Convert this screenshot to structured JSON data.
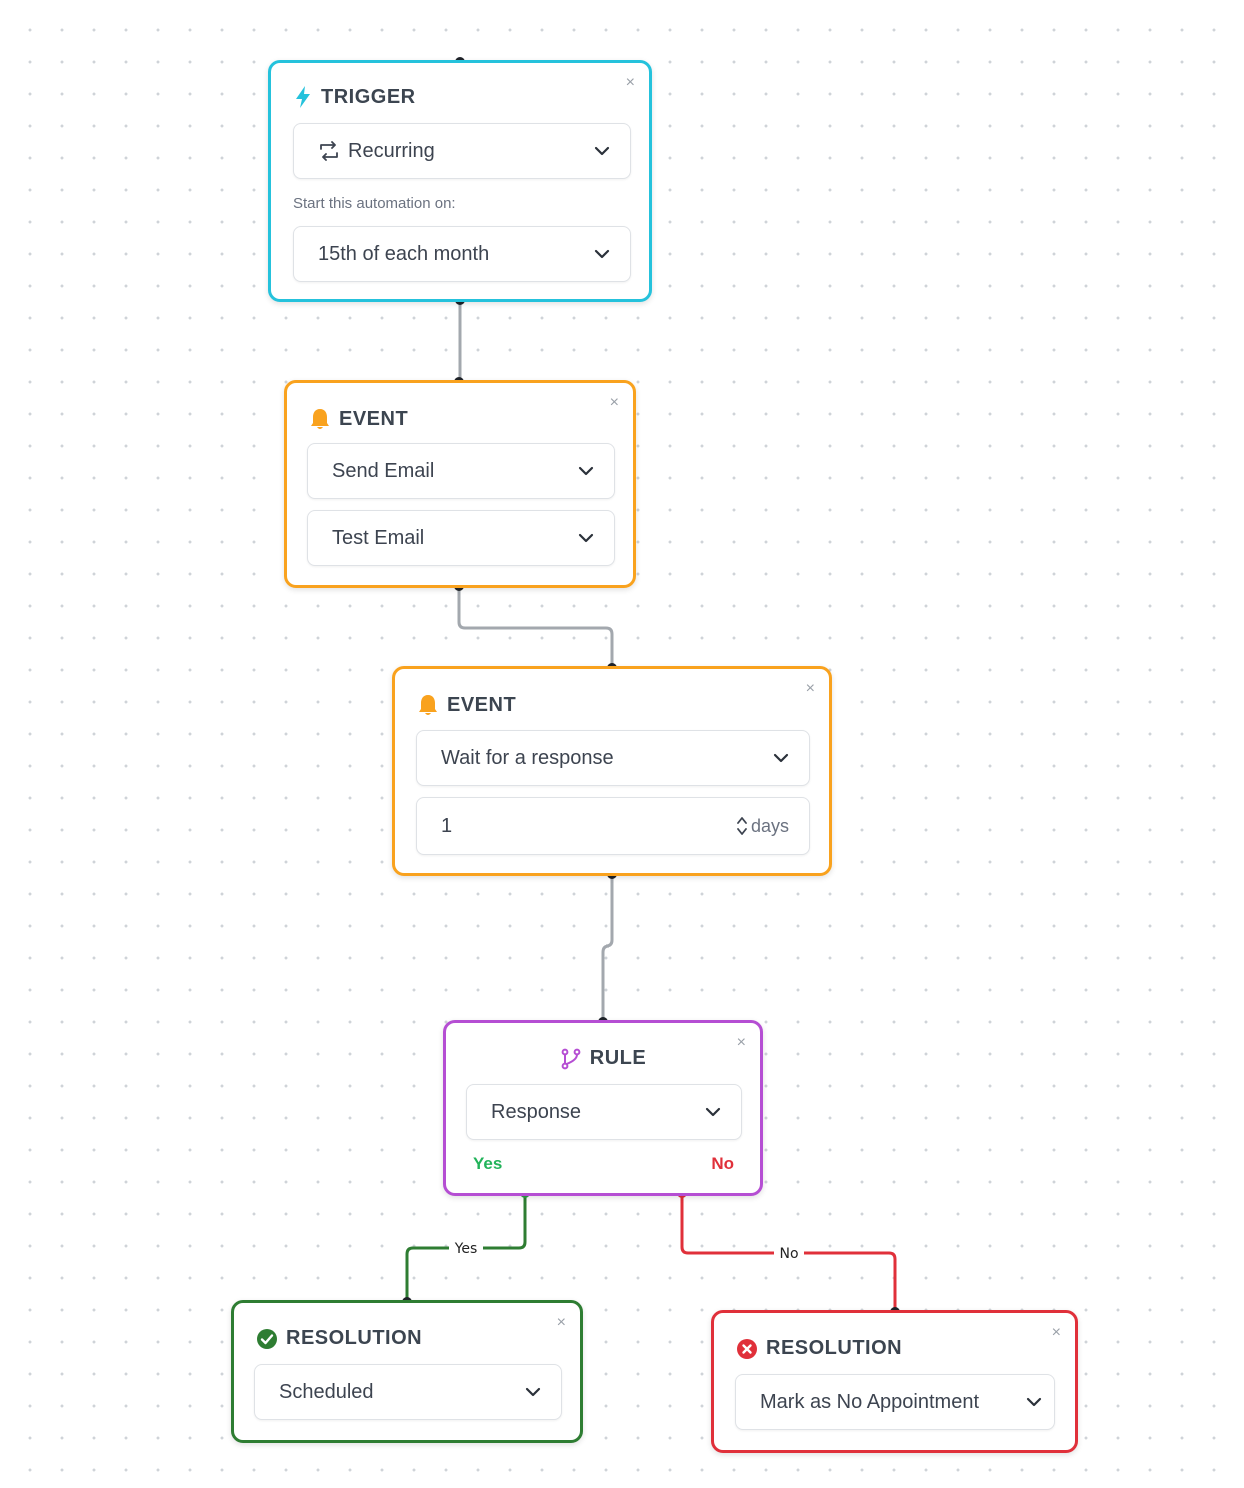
{
  "nodes": {
    "trigger": {
      "title": "TRIGGER",
      "type_select": "Recurring",
      "start_label": "Start this automation on:",
      "schedule_select": "15th of each month",
      "close": "×"
    },
    "event1": {
      "title": "EVENT",
      "action_select": "Send Email",
      "template_select": "Test Email",
      "close": "×"
    },
    "event2": {
      "title": "EVENT",
      "action_select": "Wait for a response",
      "duration_value": "1",
      "duration_unit": "days",
      "close": "×"
    },
    "rule": {
      "title": "RULE",
      "condition_select": "Response",
      "yes_label": "Yes",
      "no_label": "No",
      "close": "×"
    },
    "resolution_yes": {
      "title": "RESOLUTION",
      "status_select": "Scheduled",
      "close": "×"
    },
    "resolution_no": {
      "title": "RESOLUTION",
      "status_select": "Mark as No Appointment",
      "close": "×"
    }
  },
  "edges": {
    "yes_label": "Yes",
    "no_label": "No"
  },
  "icons": {
    "trigger": "lightning-bolt-icon",
    "recurring": "repeat-icon",
    "event": "bell-icon",
    "rule": "branch-icon",
    "resolution_yes": "check-circle-icon",
    "resolution_no": "x-circle-icon",
    "select": "chevron-down-icon",
    "stepper": "up-down-arrows-icon"
  },
  "colors": {
    "trigger": "#25c2dc",
    "event": "#f9a21e",
    "rule": "#b54ed3",
    "yes": "#2e7d32",
    "no": "#e0303a",
    "edge": "#a3a8ae"
  }
}
